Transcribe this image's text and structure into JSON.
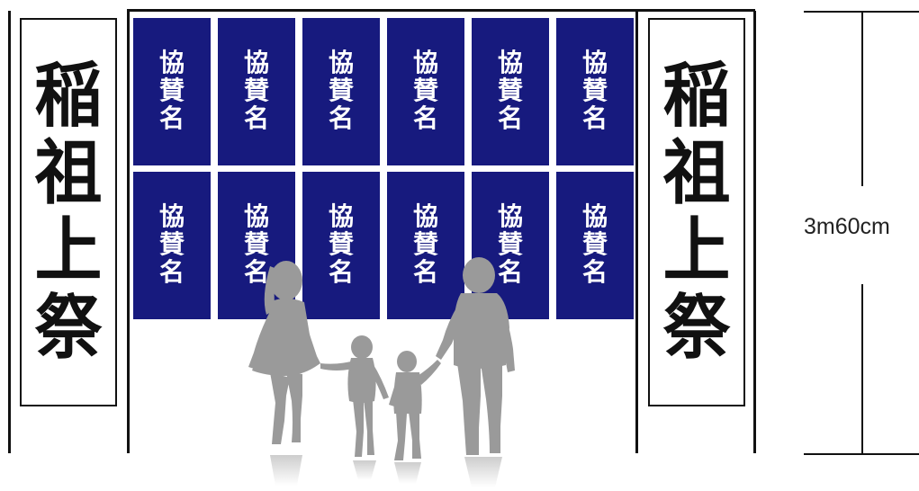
{
  "banner_left": {
    "chars": [
      "稲",
      "祖",
      "上",
      "祭"
    ]
  },
  "banner_right": {
    "chars": [
      "稲",
      "祖",
      "上",
      "祭"
    ]
  },
  "sponsor_grid": {
    "cell_text": [
      "協",
      "賛",
      "名"
    ],
    "rows": 2,
    "columns": 6,
    "cell_color": "#171a7e",
    "text_color": "#ffffff"
  },
  "dimension": {
    "label": "3m60cm"
  },
  "silhouettes": {
    "figures": [
      "woman-silhouette",
      "girl-silhouette",
      "boy-silhouette",
      "man-silhouette"
    ],
    "color": "#9a9a9a"
  }
}
